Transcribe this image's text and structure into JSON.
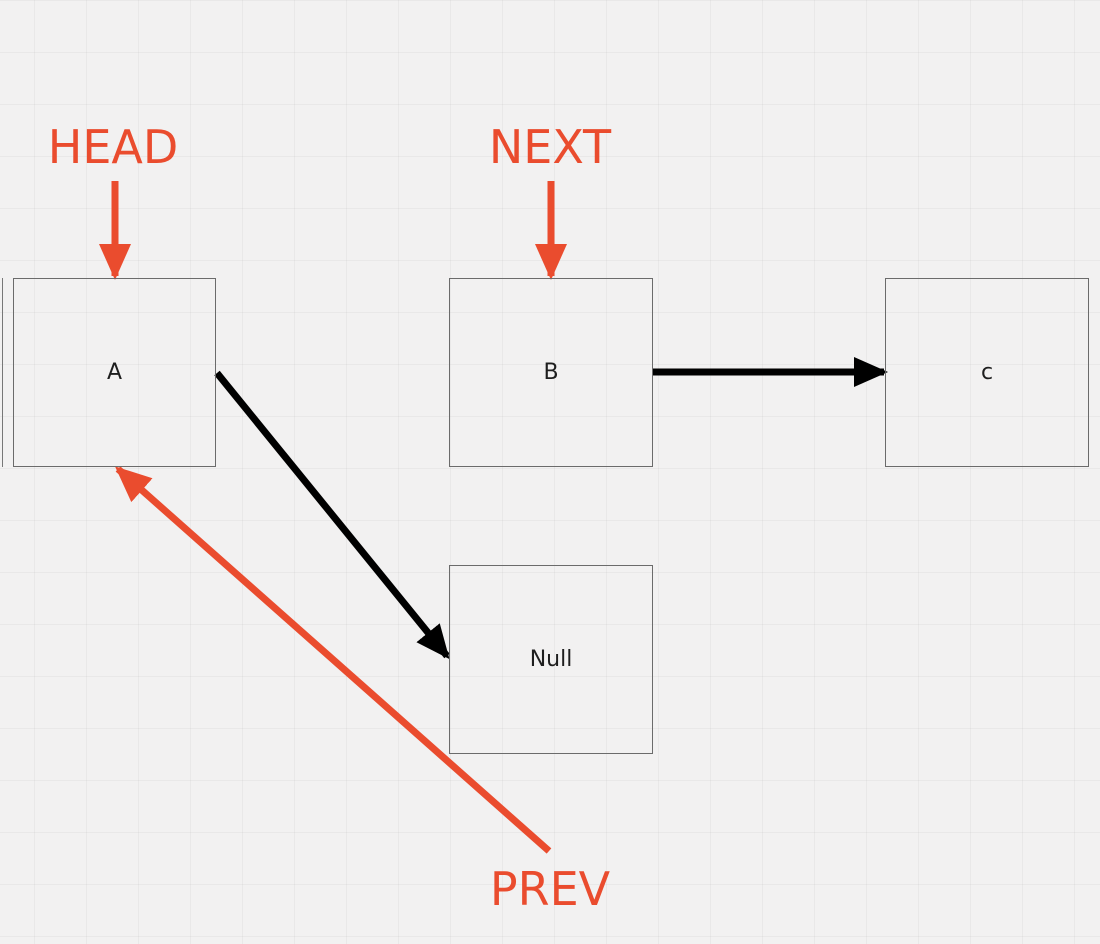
{
  "colors": {
    "pointer": "#ea4c2e",
    "link": "#000000",
    "node_border": "#6b6b6b",
    "background": "#f2f1f1"
  },
  "nodes": {
    "a": {
      "label": "A"
    },
    "b": {
      "label": "B"
    },
    "c": {
      "label": "c"
    },
    "null": {
      "label": "Null"
    }
  },
  "pointers": {
    "head": {
      "label": "HEAD",
      "target": "A"
    },
    "next": {
      "label": "NEXT",
      "target": "B"
    },
    "prev": {
      "label": "PREV",
      "target": "A"
    }
  },
  "links": [
    {
      "from": "A",
      "to": "Null"
    },
    {
      "from": "B",
      "to": "c"
    }
  ]
}
